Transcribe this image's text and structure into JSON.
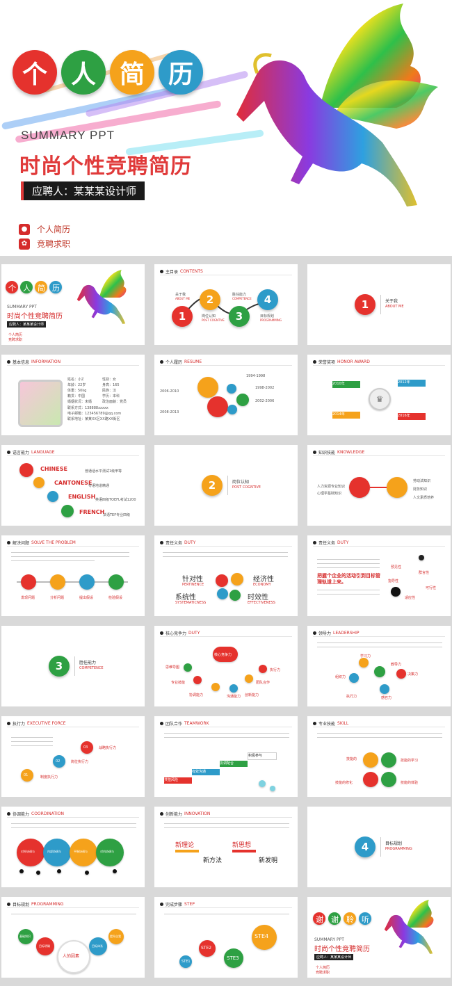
{
  "hero": {
    "title_chars": [
      "个",
      "人",
      "简",
      "历"
    ],
    "summary": "SUMMARY PPT",
    "title": "时尚个性竞聘简历",
    "applicant": "应聘人：某某某设计师",
    "menu": [
      "个人简历",
      "竞聘求职"
    ],
    "colors": [
      "#e5322d",
      "#2ea043",
      "#f5a21b",
      "#2e9bc9"
    ]
  },
  "slides": {
    "s1": {
      "chars": [
        "个",
        "人",
        "简",
        "历"
      ],
      "summary": "SUMMARY PPT",
      "title": "时尚个性竞聘简历",
      "applicant": "应聘人：某某某设计师",
      "menu": [
        "个人简历",
        "竞聘求职"
      ]
    },
    "s2": {
      "head_cn": "主目录",
      "head_en": "CONTENTS",
      "nums": [
        "1",
        "2",
        "3",
        "4"
      ],
      "labels": [
        "关于我",
        "岗位认知",
        "胜任能力",
        "目标规划"
      ],
      "labels_en": [
        "ABOUT ME",
        "POST COGNTIVE",
        "COMPETENCE",
        "PROGRAMMING"
      ]
    },
    "s3": {
      "num": "1",
      "label": "关于我",
      "label_en": "ABOUT ME"
    },
    "s4": {
      "head_cn": "基本信息",
      "head_en": "INFORMATION",
      "fields": [
        "姓名：小Z",
        "性别：女",
        "年龄：22岁",
        "身高：165",
        "体重：50kg",
        "民族：汉",
        "籍贯：中国",
        "学历：本科",
        "婚姻状况：未婚",
        "政治面貌：党员",
        "联系方式：138888xxxxx",
        "电子邮箱：123456789@qq.com",
        "联系地址：某某XX区XX路XX街区"
      ]
    },
    "s5": {
      "head_cn": "个人履历",
      "head_en": "RESUME",
      "years": [
        "1994-1998",
        "1998-2002",
        "2002-2006",
        "2006-2010",
        "2008-2013"
      ]
    },
    "s6": {
      "head_cn": "荣誉奖项",
      "head_en": "HONOR AWARD",
      "years": [
        "2010年",
        "2012年",
        "2014年",
        "2016年"
      ]
    },
    "s7": {
      "head_cn": "语言能力",
      "head_en": "LANGUAGE",
      "langs": [
        "CHINESE",
        "CANTONESE",
        "ENGLISH",
        "FRENCH"
      ],
      "descs": [
        "普通话水平测试1级甲等",
        "粤语地道精通",
        "英语四级TOEFL考试1200",
        "法语TEF专业四级"
      ]
    },
    "s8": {
      "num": "2",
      "label": "岗位认知",
      "label_en": "POST COGNTIVE"
    },
    "s9": {
      "head_cn": "知识技能",
      "head_en": "KNOWLEDGE",
      "left": [
        "人力资源专业知识",
        "心理学基础知识"
      ],
      "right": [
        "劳动法知识",
        "财务知识",
        "人文素质培养"
      ]
    },
    "s10": {
      "head_cn": "解决问题",
      "head_en": "SOLVE THE PROBLEM",
      "steps": [
        "发现问题",
        "分析问题",
        "提出假设",
        "检验假设"
      ]
    },
    "s11": {
      "head_cn": "责任义务",
      "head_en": "DUTY",
      "items": [
        "针对性",
        "经济性",
        "系统性",
        "时效性"
      ],
      "items_en": [
        "PERTINENCE",
        "ECONOMY",
        "SYSTEMATICNESS",
        "EFFECTIVENESS"
      ]
    },
    "s12": {
      "head_cn": "责任义务",
      "head_en": "DUTY",
      "highlight": "把握个企业的活动引到目标管理轨道上来。",
      "tags": [
        "预见性",
        "指导性",
        "群言性",
        "可行性",
        "适应性"
      ]
    },
    "s13": {
      "num": "3",
      "label": "胜任能力",
      "label_en": "COMPETENCE"
    },
    "s14": {
      "head_cn": "核心竞争力",
      "head_en": "DUTY",
      "center": "核心竞争力",
      "tags": [
        "思维导图",
        "专业技能",
        "协调能力",
        "沟通能力",
        "创新能力",
        "团队合作",
        "执行力"
      ]
    },
    "s15": {
      "head_cn": "领导力",
      "head_en": "LEADERSHIP",
      "tags": [
        "学习力",
        "决策力",
        "组织力",
        "教导力",
        "执行力",
        "感召力"
      ]
    },
    "s16": {
      "head_cn": "执行力",
      "head_en": "EXECUTIVE FORCE",
      "nums": [
        "01",
        "02",
        "03"
      ],
      "labels": [
        "制度执行力",
        "岗位执行力",
        "战略执行力"
      ]
    },
    "s17": {
      "head_cn": "团队合作",
      "head_en": "TEAMWORK",
      "boxes": [
        "共担风险",
        "有效沟通",
        "协调配合",
        "积极参与"
      ]
    },
    "s18": {
      "head_cn": "专业技能",
      "head_en": "SKILL",
      "tags": [
        "技能的",
        "技能的学习",
        "技能的体验",
        "技能的修化"
      ]
    },
    "s19": {
      "head_cn": "协调能力",
      "head_en": "COORDINATION",
      "items": [
        "对外协调与",
        "内部协调与",
        "平衡协调与",
        "对内协调与"
      ]
    },
    "s20": {
      "head_cn": "创新能力",
      "head_en": "INNOVATION",
      "items": [
        "新理论",
        "新思想",
        "新方法",
        "新发明"
      ]
    },
    "s21": {
      "num": "4",
      "label": "目标规划",
      "label_en": "PROGRAMMING"
    },
    "s22": {
      "head_cn": "目标规划",
      "head_en": "PROGRAMMING",
      "items": [
        "基础知识",
        "目标明确",
        "人的因素",
        "目标体系",
        "提升自我"
      ]
    },
    "s23": {
      "head_cn": "完成步骤",
      "head_en": "STEP",
      "steps": [
        "STE1",
        "STE2",
        "STE3",
        "STE4"
      ]
    },
    "s24": {
      "chars": [
        "谢",
        "谢",
        "聆",
        "听"
      ],
      "summary": "SUMMARY PPT",
      "title": "时尚个性竞聘简历",
      "applicant": "应聘人：某某某设计师",
      "menu": [
        "个人简历",
        "竞聘求职"
      ]
    }
  }
}
